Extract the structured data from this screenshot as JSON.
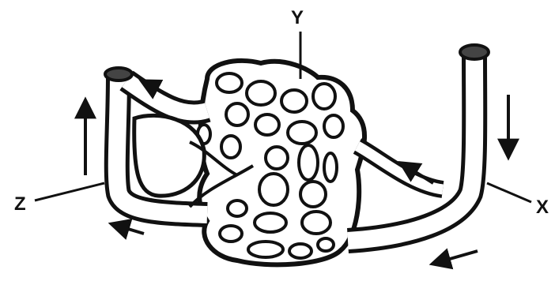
{
  "labels": {
    "y": "Y",
    "z": "Z",
    "x": "X"
  },
  "colors": {
    "ink": "#111111",
    "paper": "#ffffff"
  }
}
